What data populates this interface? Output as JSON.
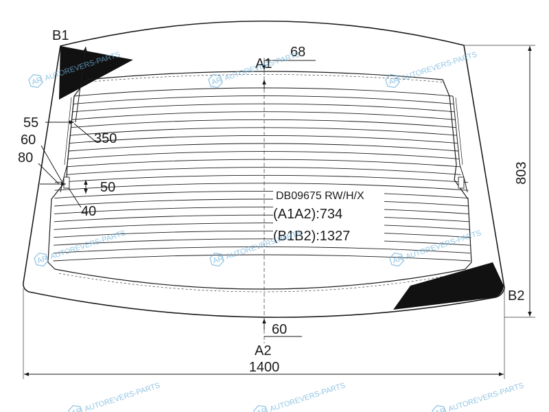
{
  "points": {
    "b1": "B1",
    "b2": "B2",
    "a1": "A1",
    "a2": "A2"
  },
  "dimensions": {
    "top_margin": "68",
    "bottom_margin": "60",
    "side_55": "55",
    "side_60": "60",
    "side_80": "80",
    "heater_offset": "350",
    "bracket_50": "50",
    "bracket_40": "40",
    "height": "803",
    "width": "1400"
  },
  "part_info": {
    "code": "DB09675 RW/H/X",
    "a1a2": "(A1A2):734",
    "b1b2": "(B1B2):1327"
  },
  "watermark": {
    "text": "AUTOREVERS-PARTS",
    "badge": "AR",
    "color": "#6fb3dc"
  },
  "colors": {
    "line": "#1a1a1a",
    "frit": "#111111"
  }
}
